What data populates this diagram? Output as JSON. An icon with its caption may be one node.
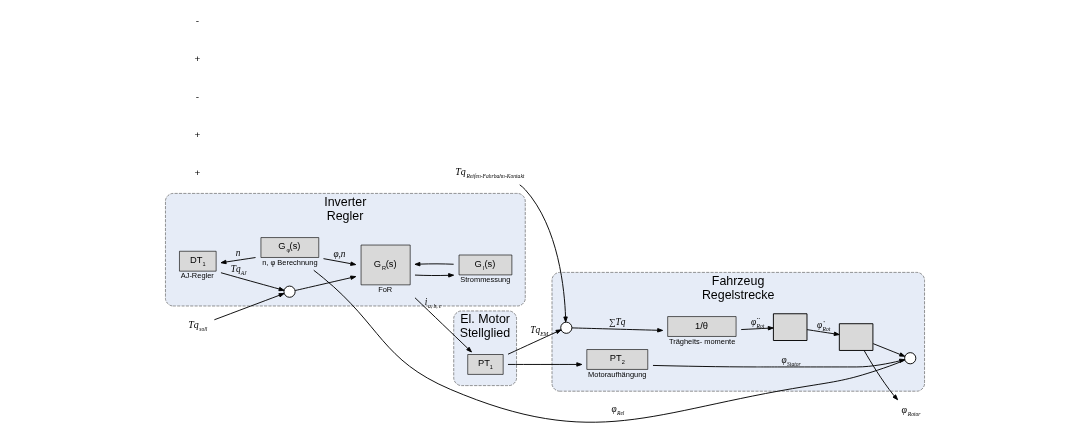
{
  "diagram": {
    "nodes": [
      {
        "text": [
          "Inverter",
          "Regler"
        ]
      },
      {
        "text": [
          "El. Motor",
          "Stellglied"
        ]
      },
      {
        "text": [
          "Fahrzeug",
          "Regelstrecke"
        ]
      },
      {
        "text": [
          "Tq$_{soll}$"
        ]
      },
      {
        "text": [],
        "shape": "circle",
        "in": 0
      },
      {
        "text": [
          "G$_{I}$(s)"
        ],
        "beside": [
          "Strommessung"
        ],
        "in": 0
      },
      {
        "text": [
          "G$_{R}$(s)"
        ],
        "beside": [
          "FoR"
        ],
        "in": 0
      },
      {
        "text": [
          "DT$_{1}$"
        ],
        "beside": [
          "AJ-Regler"
        ],
        "in": 0
      },
      {
        "text": [
          "G$_{φ}$(s)"
        ],
        "beside": [
          "n, φ Berechnung"
        ],
        "in": 0
      },
      {
        "text": [
          "PT$_{1}$"
        ],
        "in": 1
      },
      {
        "text": [
          "Tq$_{Reifen-Fahrbahn-Kontakt}$"
        ]
      },
      {
        "text": [],
        "shape": "circle",
        "in": 2
      },
      {
        "text": [
          "1/θ"
        ],
        "beside": [
          "Trägheits- momente"
        ],
        "in": 2
      },
      {
        "text": [],
        "shape": "box",
        "in": 2
      },
      {
        "text": [],
        "shape": "box",
        "in": 2
      },
      {
        "text": [
          "φ$_{Rotor}$"
        ]
      },
      {
        "text": [
          "PT$_{2}$"
        ],
        "beside": [
          "Motoraufhängung"
        ],
        "in": 2
      },
      {
        "text": [],
        "shape": "circle",
        "in": 2
      }
    ],
    "edges": [
      {
        "from": 3,
        "to": 4,
        "arrow": "to"
      },
      {
        "from": 7,
        "to": 4,
        "arrow": "to",
        "label": "Tq$_{AJ}$"
      },
      {
        "from": 4,
        "to": 6,
        "arrow": "to"
      },
      {
        "from": 5,
        "to": 6,
        "arrow": "to"
      },
      {
        "from": 6,
        "to": 5,
        "arrow": "to"
      },
      {
        "from": 6,
        "to": 9,
        "arrow": "to",
        "label": "i$_{a, b, c}$"
      },
      {
        "from": 8,
        "to": 6,
        "arrow": "to",
        "label": "φ,n"
      },
      {
        "from": 8,
        "to": 7,
        "arrow": "to",
        "label": "n"
      },
      {
        "from": 9,
        "to": 11,
        "arrow": "to",
        "label": "Tq$_{EM}$"
      },
      {
        "from": 9,
        "to": 16,
        "arrow": "to"
      },
      {
        "from": 10,
        "to": 11,
        "arrow": "to"
      },
      {
        "from": 11,
        "to": 12,
        "arrow": "to",
        "label": "∑Tq"
      },
      {
        "from": 12,
        "to": 13,
        "arrow": "to",
        "label": "φ̈$_{Rot}$"
      },
      {
        "from": 13,
        "to": 14,
        "arrow": "to",
        "label": "φ̇$_{Rot}$"
      },
      {
        "from": 14,
        "to": 15,
        "arrow": "to"
      },
      {
        "from": 14,
        "to": 17,
        "arrow": "to"
      },
      {
        "from": 16,
        "to": 17,
        "arrow": "to",
        "label": "φ$_{Stator}$"
      },
      {
        "from": 17,
        "to": 8,
        "arrow": "none",
        "label": "φ$_{Rel}$"
      }
    ],
    "labels": [
      "+",
      "+",
      "-",
      "+",
      "-"
    ]
  }
}
